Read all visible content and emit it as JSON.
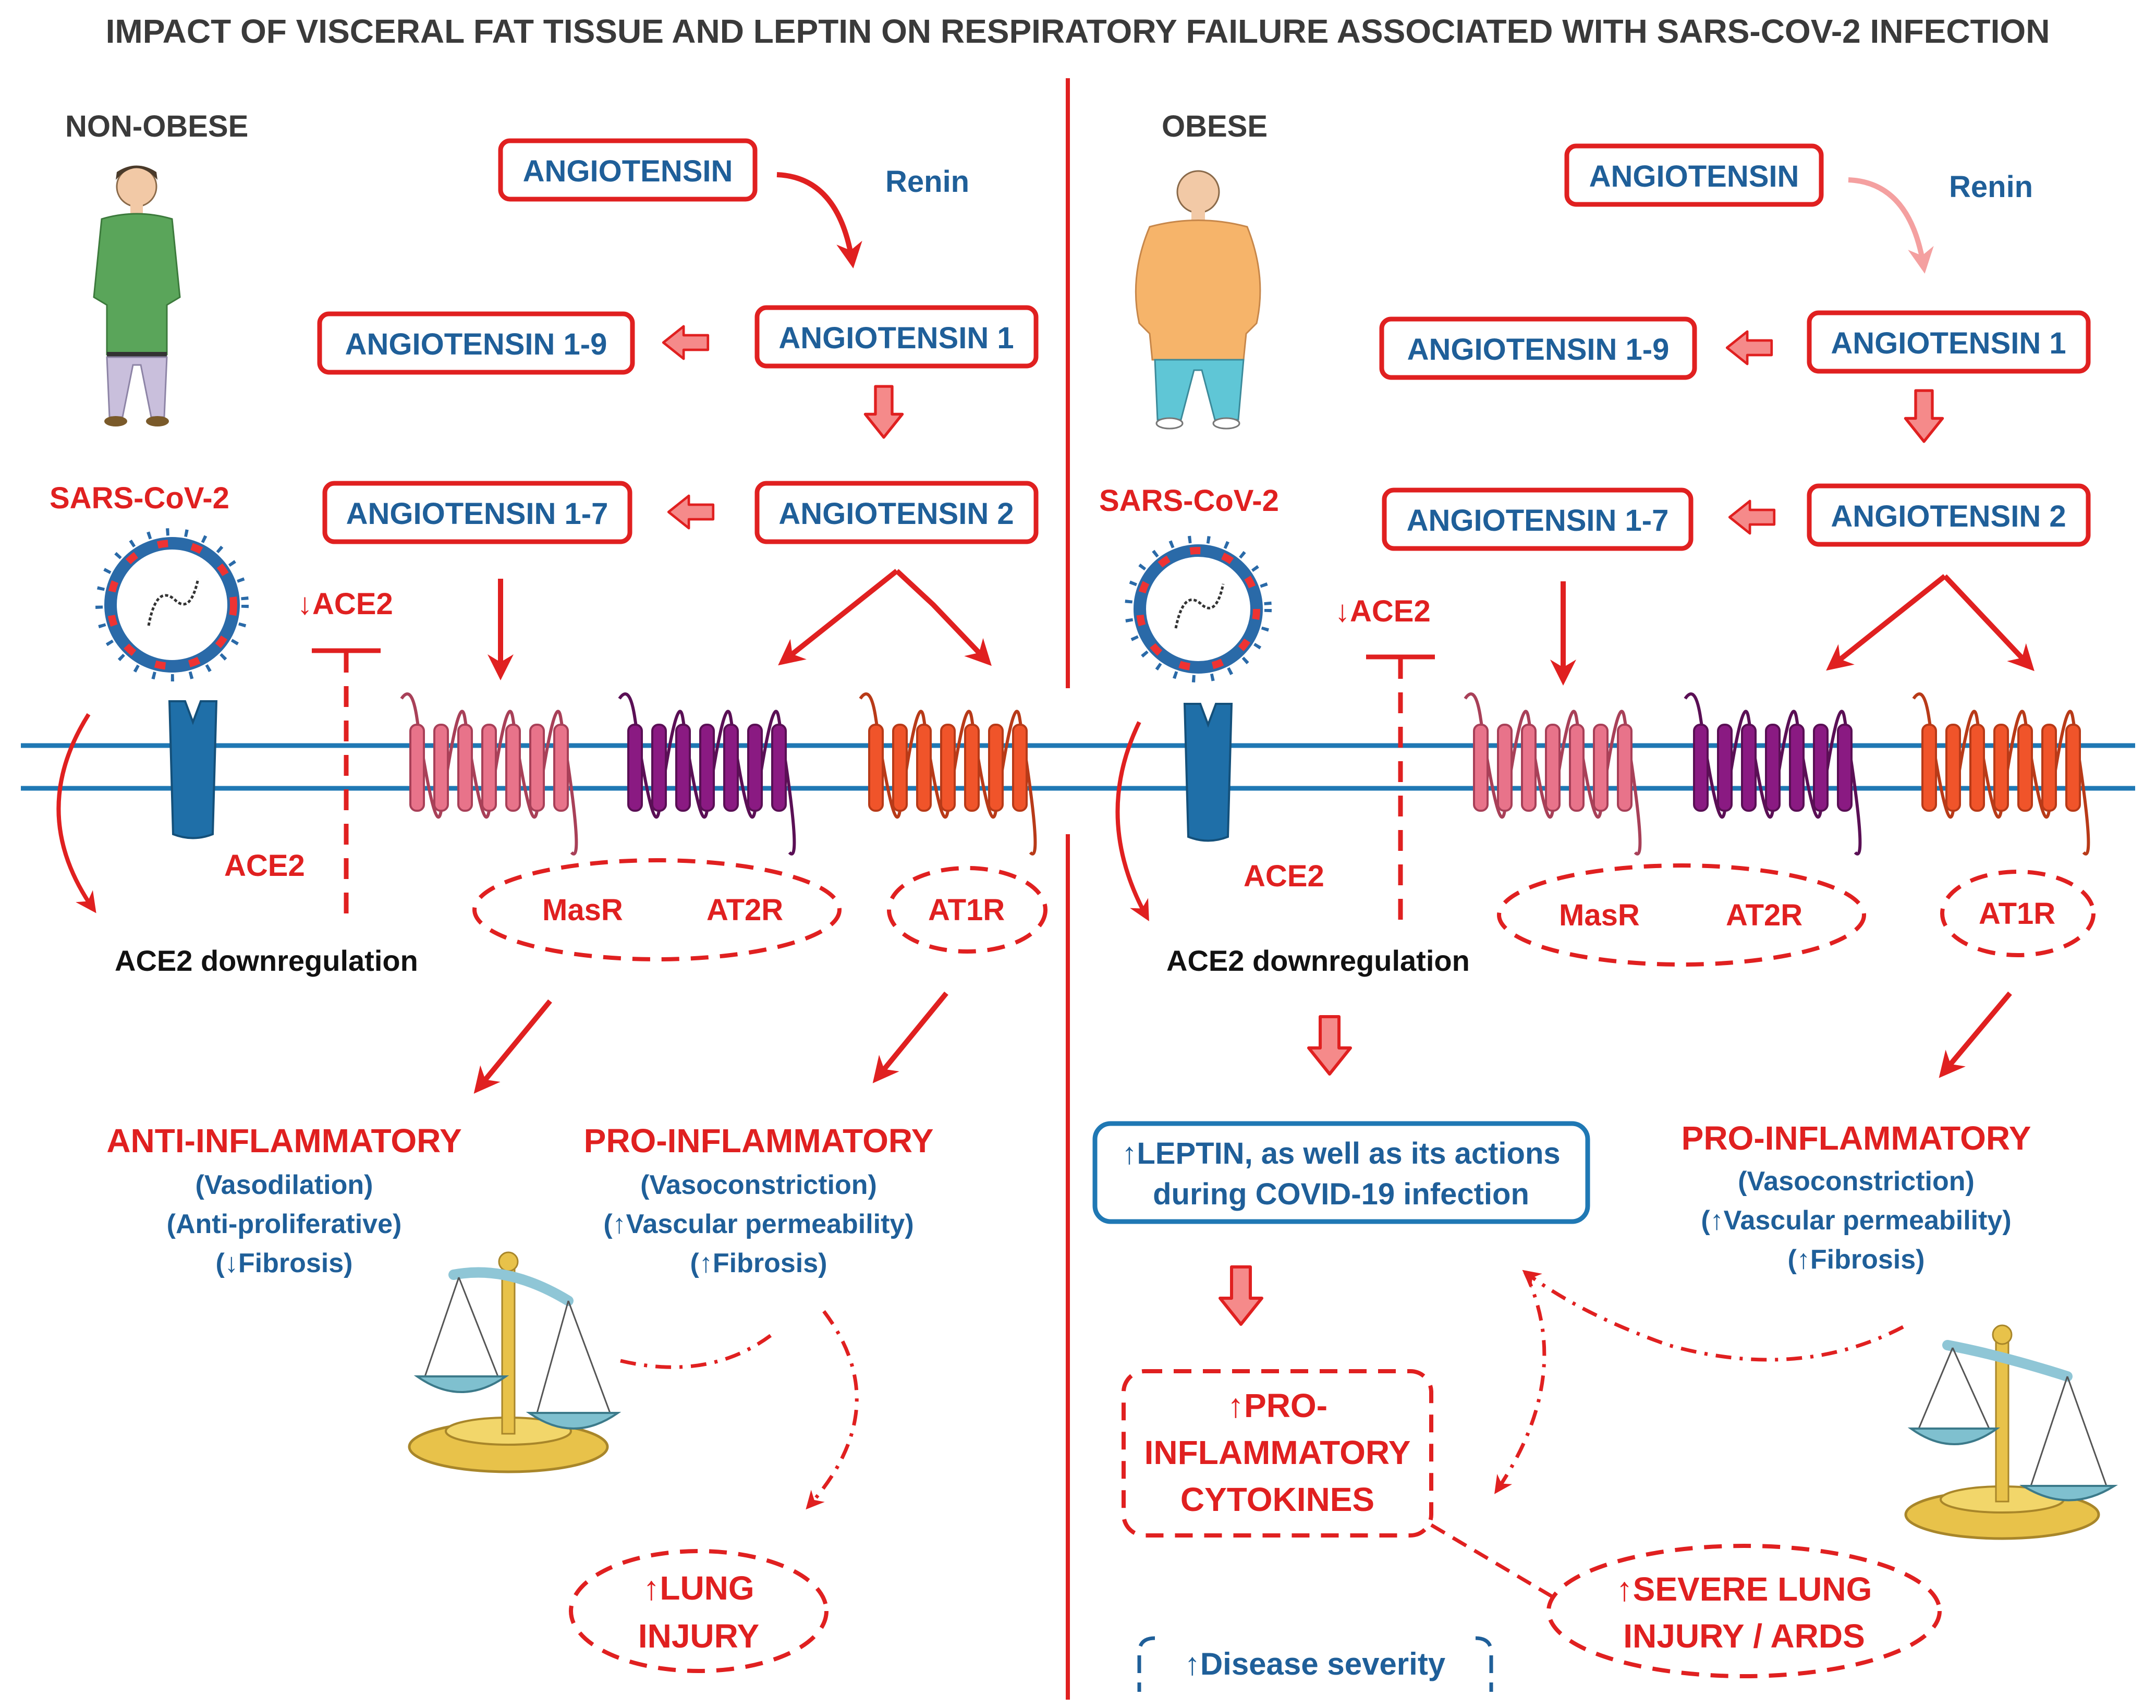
{
  "title": "IMPACT OF VISCERAL FAT TISSUE AND LEPTIN ON RESPIRATORY FAILURE ASSOCIATED WITH SARS-COV-2 INFECTION",
  "colors": {
    "red": "#e02020",
    "blue": "#1f5f99",
    "membrane": "#1f78b4",
    "masr": "#e8738a",
    "at2r": "#8a1a82",
    "at1r": "#f0542a"
  },
  "left": {
    "group": "NON-OBESE",
    "angiotensin": "ANGIOTENSIN",
    "renin": "Renin",
    "ang1": "ANGIOTENSIN 1",
    "ang19": "ANGIOTENSIN 1-9",
    "ang2": "ANGIOTENSIN 2",
    "ang17": "ANGIOTENSIN 1-7",
    "virus": "SARS-CoV-2",
    "ace2_down": "↓ACE2",
    "ace2": "ACE2",
    "ace2_downregulation": "ACE2 downregulation",
    "masr": "MasR",
    "at2r": "AT2R",
    "at1r": "AT1R",
    "anti_title": "ANTI-INFLAMMATORY",
    "anti_items": [
      "(Vasodilation)",
      "(Anti-proliferative)",
      "(↓Fibrosis)"
    ],
    "pro_title": "PRO-INFLAMMATORY",
    "pro_items": [
      "(Vasoconstriction)",
      "(↑Vascular permeability)",
      "(↑Fibrosis)"
    ],
    "lung": [
      "↑LUNG",
      "INJURY"
    ]
  },
  "right": {
    "group": "OBESE",
    "angiotensin": "ANGIOTENSIN",
    "renin": "Renin",
    "ang1": "ANGIOTENSIN 1",
    "ang19": "ANGIOTENSIN 1-9",
    "ang2": "ANGIOTENSIN 2",
    "ang17": "ANGIOTENSIN 1-7",
    "virus": "SARS-CoV-2",
    "ace2_down": "↓ACE2",
    "ace2": "ACE2",
    "ace2_downregulation": "ACE2 downregulation",
    "masr": "MasR",
    "at2r": "AT2R",
    "at1r": "AT1R",
    "leptin": [
      "↑LEPTIN, as well as its actions",
      "during COVID-19 infection"
    ],
    "cytokines": [
      "↑PRO-",
      "INFLAMMATORY",
      "CYTOKINES"
    ],
    "pro_title": "PRO-INFLAMMATORY",
    "pro_items": [
      "(Vasoconstriction)",
      "(↑Vascular permeability)",
      "(↑Fibrosis)"
    ],
    "severe": [
      "↑SEVERE LUNG",
      "INJURY / ARDS"
    ],
    "severity": "↑Disease severity"
  }
}
